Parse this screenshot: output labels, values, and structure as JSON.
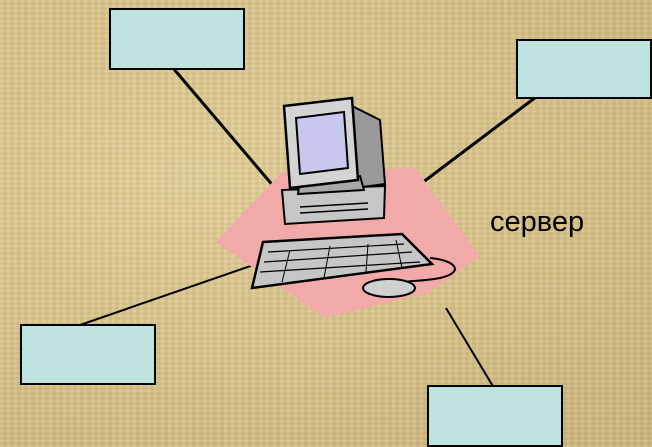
{
  "diagram": {
    "server_label": "сервер",
    "colors": {
      "background": "#d8c48a",
      "node_fill": "#bfe3df",
      "mat_fill": "#f2aaa8",
      "connector": "#000000"
    },
    "icons": {
      "server": "computer-icon"
    },
    "topology": "star",
    "client_nodes": [
      "top",
      "right",
      "left",
      "bottom"
    ]
  }
}
